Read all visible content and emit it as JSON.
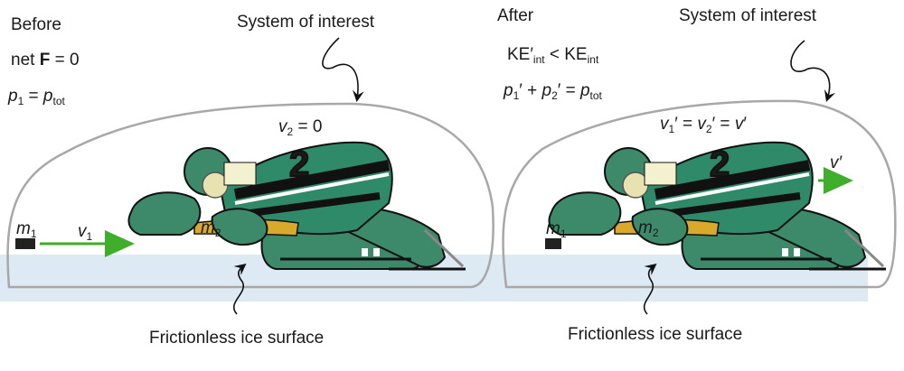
{
  "colors": {
    "ice": "#dde9f3",
    "boundary": "#a9a7a7",
    "jersey": "#2f8a6a",
    "pad": "#3d8a6b",
    "arrow": "#3fae2a",
    "stick": "#d9a92c",
    "black": "#111111"
  },
  "before": {
    "title": "Before",
    "force_eq": {
      "pre": "net ",
      "bold": "F",
      "post": " = 0"
    },
    "momentum_eq": {
      "p": "p",
      "p_sub": "1",
      "mid": " = ",
      "p2": "p",
      "p2_sub": "tot"
    },
    "system_label": "System of interest",
    "v2_eq": {
      "v": "v",
      "sub": "2",
      "post": " = 0"
    },
    "puck_mass": {
      "m": "m",
      "sub": "1"
    },
    "puck_velocity": {
      "v": "v",
      "sub": "1"
    },
    "goalie_mass": {
      "m": "m",
      "sub": "2"
    },
    "goalie_number": "2",
    "surface_label": "Frictionless ice surface"
  },
  "after": {
    "title": "After",
    "ke_eq": {
      "ke1": "KE′",
      "sub1": "int",
      "mid": " < KE",
      "sub2": "int"
    },
    "momentum_eq": {
      "p1": "p",
      "s1": "1",
      "prime1": "′ + ",
      "p2": "p",
      "s2": "2",
      "prime2": "′ = ",
      "p3": "p",
      "s3": "tot"
    },
    "system_label": "System of interest",
    "v_eq": {
      "v1": "v",
      "s1": "1",
      "mid1": "′ = ",
      "v2": "v",
      "s2": "2",
      "mid2": "′ = ",
      "v3": "v",
      "end": "′"
    },
    "final_velocity": "v′",
    "puck_mass": {
      "m": "m",
      "sub": "1"
    },
    "goalie_mass": {
      "m": "m",
      "sub": "2"
    },
    "goalie_number": "2",
    "surface_label": "Frictionless ice surface"
  }
}
